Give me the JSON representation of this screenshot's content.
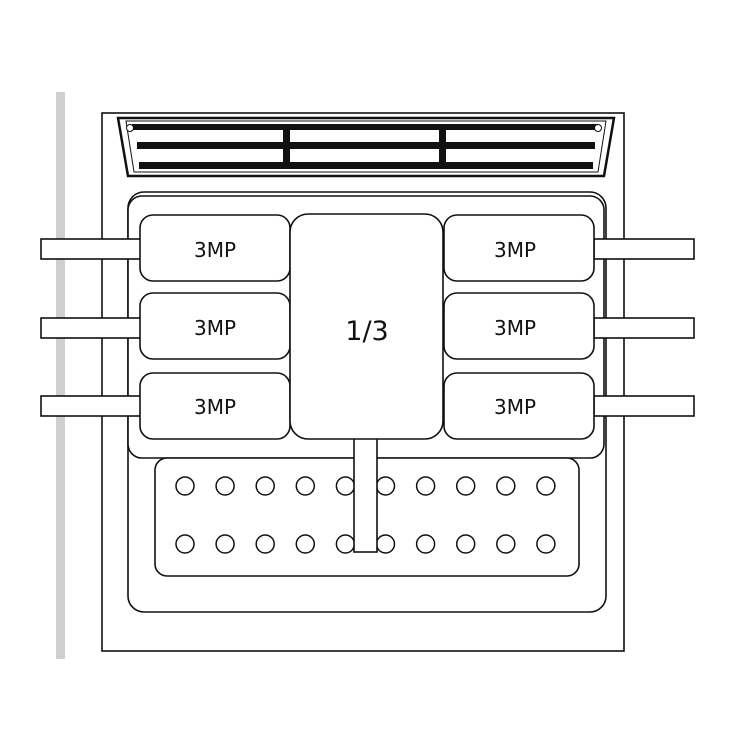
{
  "colors": {
    "stroke": "#111111",
    "wall": "#cfcfcf",
    "background": "#ffffff"
  },
  "baskets": {
    "small_label": "3MP",
    "large_label": "1/3",
    "left_count": 3,
    "right_count": 3
  },
  "strainer": {
    "rows": 2,
    "holes_per_row": 10
  }
}
